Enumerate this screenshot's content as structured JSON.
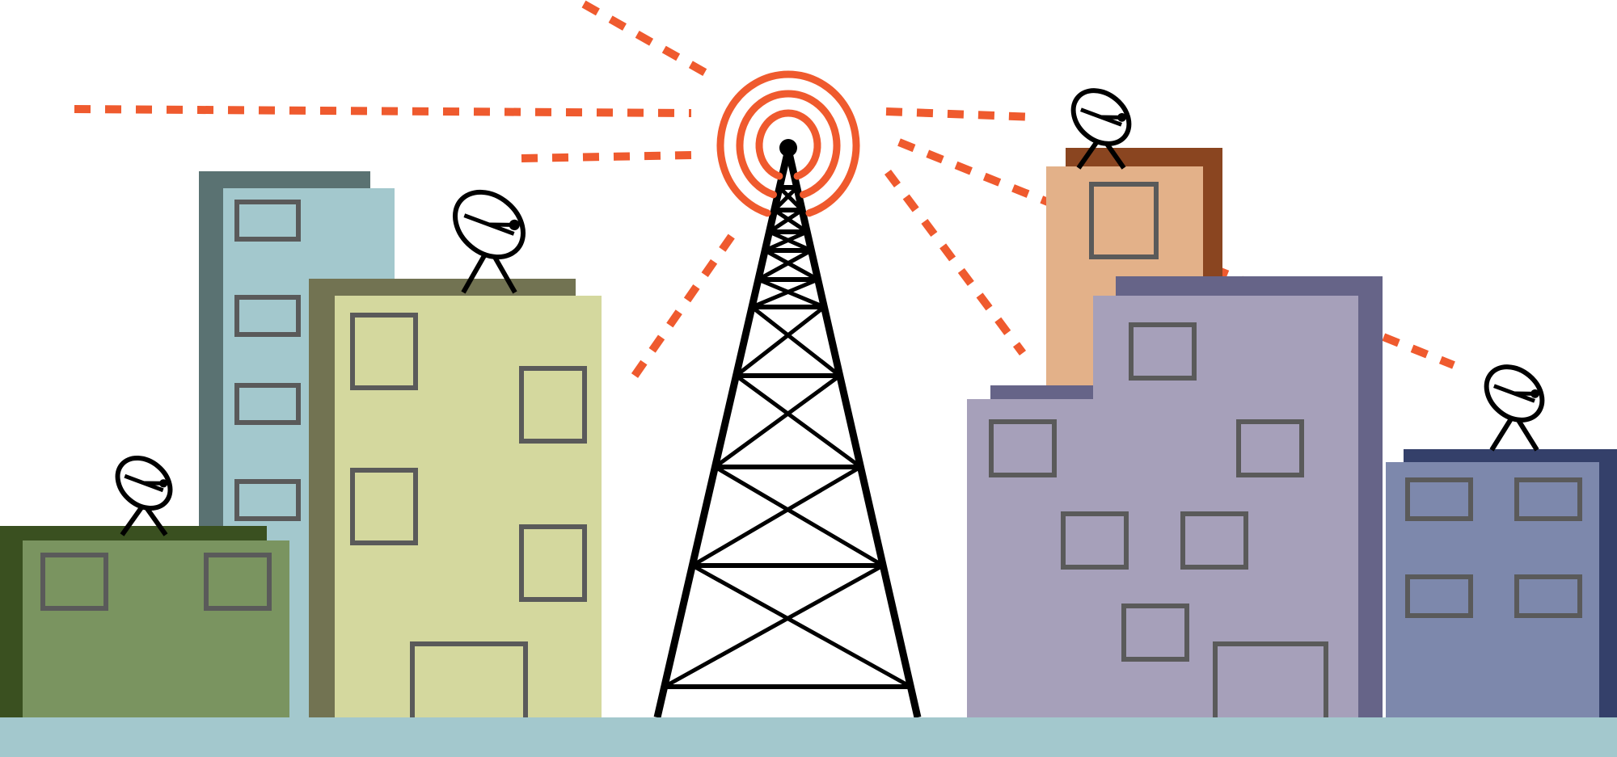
{
  "scene": {
    "subject": "communications-tower-and-satellite-dishes",
    "colors": {
      "background": "#ffffff",
      "ground": "#a3c8cd",
      "signal": "#ef5a2e",
      "tower": "#000000",
      "window_frame": "#5a5a5a",
      "building_green_side": "#3a5020",
      "building_green_face": "#7a9460",
      "building_teal_side": "#5a7272",
      "building_teal_face": "#a3c8cd",
      "building_yellow_side": "#727352",
      "building_yellow_face": "#d4d89e",
      "building_orange_side": "#8a4520",
      "building_orange_face": "#e3b189",
      "building_purple_side": "#666488",
      "building_purple_face": "#a6a0ba",
      "building_blue_side": "#34406a",
      "building_blue_face": "#7d88ac",
      "dish_fill": "#ffffff",
      "dish_stroke": "#000000"
    },
    "satellite_dish_count": 4,
    "signal_ring_count": 3
  }
}
